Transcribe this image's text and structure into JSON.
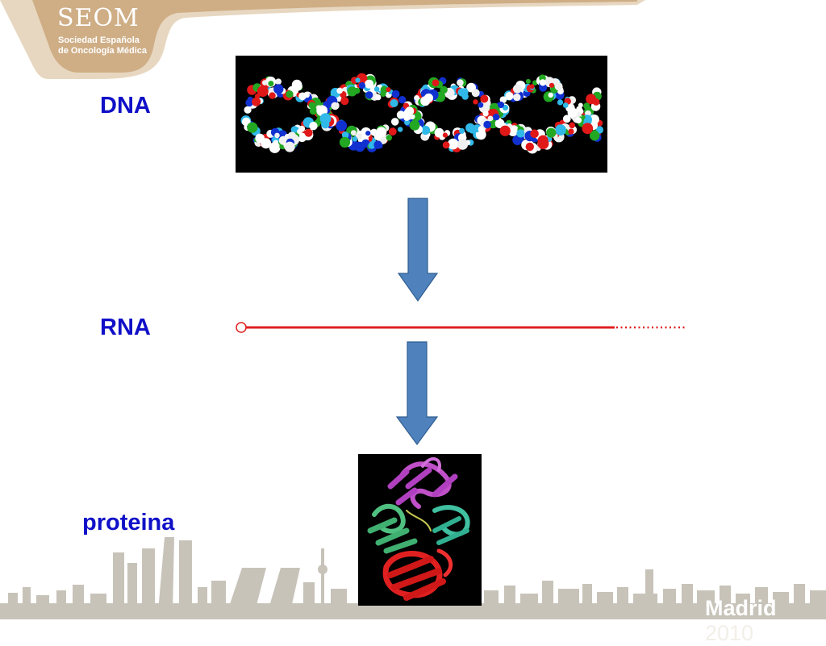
{
  "logo": {
    "name": "SEOM",
    "subtitle_line1": "Sociedad Española",
    "subtitle_line2": "de Oncología Médica"
  },
  "footer": {
    "city": "Madrid",
    "year": "2010"
  },
  "diagram": {
    "dna_label": "DNA",
    "rna_label": "RNA",
    "protein_label": "proteina"
  },
  "colors": {
    "label_blue": "#1010c8",
    "arrow_fill": "#4f81bd",
    "rna_line": "#e02020",
    "skyline": "#c7c3b9",
    "logo_banner": "#dcc4a4"
  }
}
